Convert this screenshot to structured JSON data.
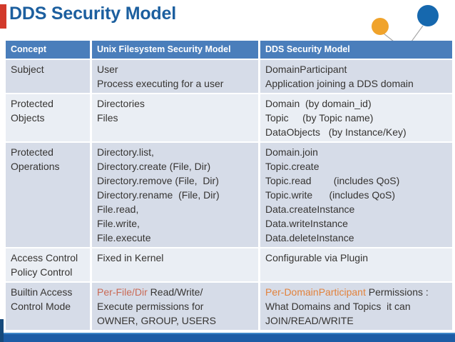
{
  "title": "DDS Security Model",
  "colors": {
    "title_blue": "#1C5F9F",
    "header_bg": "#4A7EBB",
    "band_dark": "#D6DCE8",
    "band_light": "#EAEEF4",
    "accent_red_bar": "#D23A2B",
    "bottom_bar": "#1D5CA5",
    "bottom_bar_edge": "#3E86C8",
    "bottom_strip": "#164A7B",
    "pin_orange": "#F0A32B",
    "pin_blue": "#1668AE",
    "pin_line": "#A8A8A8",
    "text_dark": "#363432",
    "coral": "#C96A56",
    "orange": "#E2823C"
  },
  "chart_data": {
    "type": "table",
    "title": "DDS Security Model",
    "columns": [
      "Concept",
      "Unix Filesystem Security Model",
      "DDS Security Model"
    ],
    "rows_plain": [
      [
        "Subject",
        "User\nProcess executing for a user",
        "DomainParticipant\nApplication joining a DDS domain"
      ],
      [
        "Protected\nObjects",
        "Directories\nFiles",
        "Domain  (by domain_id)\nTopic     (by Topic name)\nDataObjects   (by Instance/Key)"
      ],
      [
        "Protected\nOperations",
        "Directory.list,\nDirectory.create (File, Dir)\nDirectory.remove (File,  Dir)\nDirectory.rename  (File, Dir)\nFile.read,\nFile.write,\nFile.execute",
        "Domain.join\nTopic.create\nTopic.read        (includes QoS)\nTopic.write      (includes QoS)\nData.createInstance\nData.writeInstance\nData.deleteInstance"
      ],
      [
        "Access Control\nPolicy Control",
        "Fixed in Kernel",
        "Configurable via Plugin"
      ],
      [
        "Builtin Access\nControl Mode",
        "Per-File/Dir Read/Write/\nExecute permissions for\nOWNER, GROUP, USERS",
        "Per-DomainParticipant Permissions :\nWhat Domains and Topics  it can\nJOIN/READ/WRITE"
      ]
    ]
  },
  "table": {
    "headers": [
      "Concept",
      "Unix Filesystem Security Model",
      "DDS Security Model"
    ],
    "rows": [
      {
        "cells": [
          [
            {
              "t": "Subject"
            }
          ],
          [
            {
              "t": "User\nProcess executing for a user"
            }
          ],
          [
            {
              "t": "DomainParticipant\nApplication joining a DDS domain"
            }
          ]
        ]
      },
      {
        "cells": [
          [
            {
              "t": "Protected\nObjects"
            }
          ],
          [
            {
              "t": "Directories\nFiles"
            }
          ],
          [
            {
              "t": "Domain  (by domain_id)\nTopic     (by Topic name)\nDataObjects   (by Instance/Key)"
            }
          ]
        ]
      },
      {
        "cells": [
          [
            {
              "t": "Protected\nOperations"
            }
          ],
          [
            {
              "t": "Directory.list,\nDirectory.create (File, Dir)\nDirectory.remove (File,  Dir)\nDirectory.rename  (File, Dir)\nFile.read,\nFile.write,\nFile.execute"
            }
          ],
          [
            {
              "t": "Domain.join\nTopic.create\nTopic.read        (includes QoS)\nTopic.write      (includes QoS)\nData.createInstance\nData.writeInstance\nData.deleteInstance"
            }
          ]
        ]
      },
      {
        "cells": [
          [
            {
              "t": "Access Control\nPolicy Control"
            }
          ],
          [
            {
              "t": "Fixed in Kernel"
            }
          ],
          [
            {
              "t": "Configurable via Plugin"
            }
          ]
        ]
      },
      {
        "cells": [
          [
            {
              "t": "Builtin Access\nControl Mode"
            }
          ],
          [
            {
              "t": "Per-File/Dir ",
              "c": "coral"
            },
            {
              "t": "Read/Write/\nExecute permissions for\nOWNER, GROUP, USERS"
            }
          ],
          [
            {
              "t": "Per-DomainParticipant ",
              "c": "orange"
            },
            {
              "t": "Permissions :\nWhat Domains and Topics  it can\nJOIN/READ/WRITE"
            }
          ]
        ]
      }
    ]
  }
}
